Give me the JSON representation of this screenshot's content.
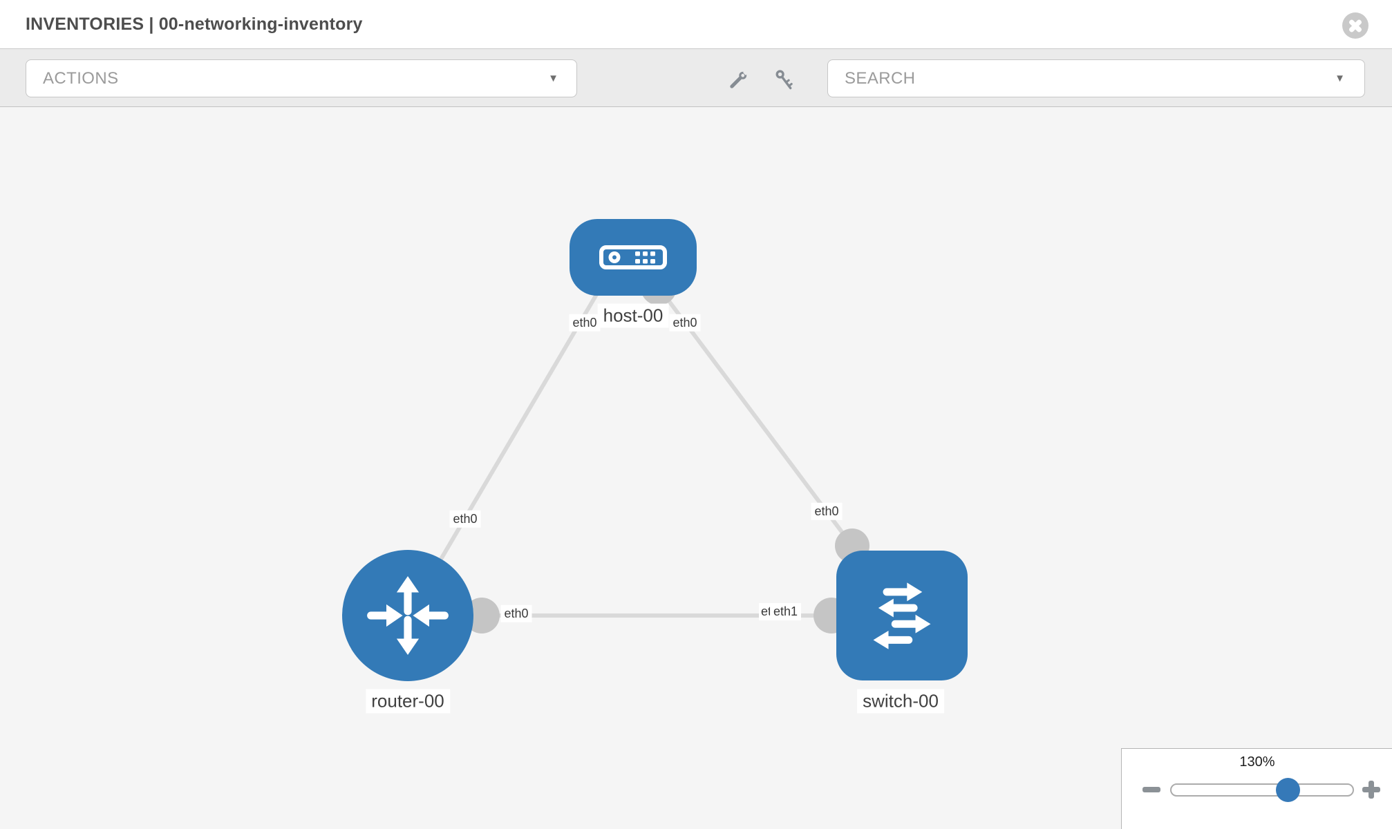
{
  "header": {
    "title": "INVENTORIES | 00-networking-inventory"
  },
  "toolbar": {
    "actions_label": "ACTIONS",
    "search_label": "SEARCH",
    "caret": "▼",
    "icons": [
      "wrench-icon",
      "key-icon"
    ]
  },
  "topology": {
    "nodes": [
      {
        "label": "host-00",
        "type": "host"
      },
      {
        "label": "router-00",
        "type": "router"
      },
      {
        "label": "switch-00",
        "type": "switch"
      }
    ],
    "links": [
      {
        "from": "host-00",
        "to": "router-00"
      },
      {
        "from": "host-00",
        "to": "switch-00"
      },
      {
        "from": "router-00",
        "to": "switch-00"
      }
    ],
    "interface_labels": [
      {
        "text": "eth0",
        "at": "host-00 end of host-router link"
      },
      {
        "text": "eth0",
        "at": "host-00 end of host-switch link"
      },
      {
        "text": "eth0",
        "at": "router-00 end of host-router link"
      },
      {
        "text": "eth0",
        "at": "switch-00 end of host-switch link"
      },
      {
        "text": "eth0",
        "at": "router-00 end of router-switch link"
      },
      {
        "text": "eth0",
        "at": "switch-00 end of router-switch link (partially hidden)"
      },
      {
        "text": "eth1",
        "at": "switch-00 end of router-switch link"
      }
    ]
  },
  "zoom_control": {
    "level": "130%",
    "minus_icon": "minus-icon",
    "plus_icon": "plus-icon"
  },
  "colors": {
    "node_blue": "#337ab7",
    "link_gray": "#d9d9d9",
    "interface_dot_gray": "#c5c5c5",
    "toolbar_bg": "#ebebeb",
    "canvas_bg": "#f5f5f5",
    "slider_thumb_blue": "#3579b8"
  }
}
